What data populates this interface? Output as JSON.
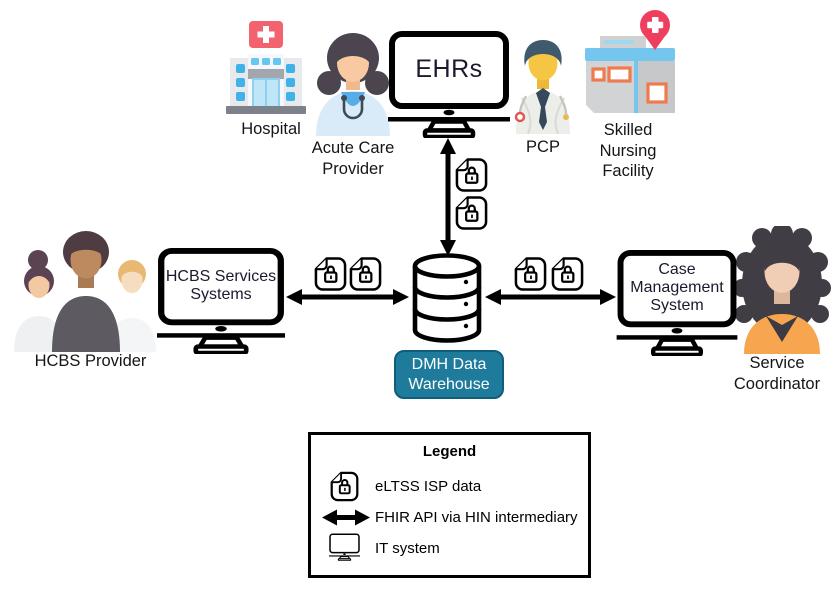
{
  "nodes": {
    "hospital": {
      "label": "Hospital",
      "icon": "hospital-building-icon"
    },
    "acute_care_provider": {
      "label": "Acute Care Provider",
      "icon": "female-doctor-icon"
    },
    "ehrs": {
      "label": "EHRs",
      "icon": "monitor-icon"
    },
    "pcp": {
      "label": "PCP",
      "icon": "male-doctor-icon"
    },
    "skilled_nursing_facility": {
      "label": "Skilled Nursing Facility",
      "icon": "facility-building-pin-icon"
    },
    "hcbs_provider": {
      "label": "HCBS Provider",
      "icon": "people-group-icon"
    },
    "hcbs_services_systems": {
      "label": "HCBS Services Systems",
      "icon": "monitor-icon"
    },
    "dmh_data_warehouse": {
      "label": "DMH Data Warehouse",
      "icon": "database-cylinder-icon"
    },
    "case_management_system": {
      "label": "Case Management System",
      "icon": "monitor-icon"
    },
    "service_coordinator": {
      "label": "Service Coordinator",
      "icon": "female-person-icon"
    }
  },
  "legend": {
    "title": "Legend",
    "items": [
      {
        "icon": "lock-document-icon",
        "label": "eLTSS ISP data"
      },
      {
        "icon": "double-headed-arrow-icon",
        "label": "FHIR API via HIN intermediary"
      },
      {
        "icon": "monitor-icon",
        "label": "IT system"
      }
    ]
  },
  "colors": {
    "outline": "#000000",
    "warehouse_badge_bg": "#1E7B9B",
    "warehouse_badge_border": "#0F5D7B",
    "hospital_sign_red": "#F2636F",
    "location_pin_red": "#EF3F5E",
    "window_blue": "#3FB3E8",
    "roof_blue": "#74C6EE",
    "window_orange": "#F07A50",
    "coat_light_blue": "#D9EBF9",
    "scrub_blue": "#58ADE7",
    "pcp_skin_yellow": "#F6C544",
    "coordinator_orange": "#F7A64F"
  }
}
